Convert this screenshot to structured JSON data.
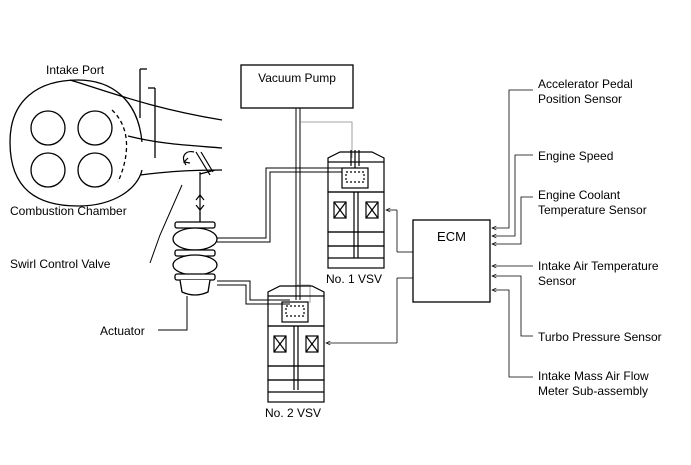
{
  "components": {
    "vacuum_pump": "Vacuum Pump",
    "ecm": "ECM",
    "vsv1": "No. 1 VSV",
    "vsv2": "No. 2 VSV"
  },
  "engine_labels": {
    "intake_port": "Intake Port",
    "combustion_chamber": "Combustion Chamber",
    "swirl_control_valve": "Swirl Control Valve",
    "actuator": "Actuator"
  },
  "sensors": [
    {
      "line1": "Accelerator Pedal",
      "line2": "Position Sensor"
    },
    {
      "line1": "Engine Speed",
      "line2": ""
    },
    {
      "line1": "Engine Coolant",
      "line2": "Temperature Sensor"
    },
    {
      "line1": "Intake Air Temperature",
      "line2": "Sensor"
    },
    {
      "line1": "Turbo Pressure Sensor",
      "line2": ""
    },
    {
      "line1": "Intake Mass Air Flow",
      "line2": "Meter Sub-assembly"
    }
  ]
}
